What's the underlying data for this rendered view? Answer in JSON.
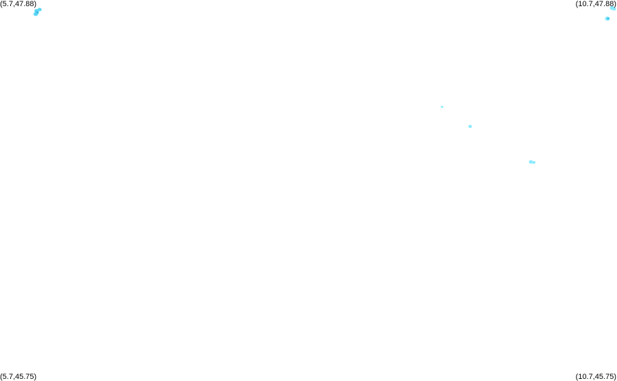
{
  "map": {
    "corners": {
      "top_left": "(5.7,47.88)",
      "top_right": "(10.7,47.88)",
      "bottom_left": "(5.7,45.75)",
      "bottom_right": "(10.7,45.75)"
    },
    "extent": {
      "lon_min": 5.7,
      "lon_max": 10.7,
      "lat_min": 45.75,
      "lat_max": 47.88
    },
    "colors": {
      "background": "#ffffff",
      "feature_primary": "#5fd7f5",
      "feature_light": "#8deaff",
      "feature_dark": "#3fc4e8"
    },
    "features": [
      {
        "name": "feature-cluster-1a",
        "lon": 5.996,
        "lat": 47.819,
        "r": 3.2,
        "tone": "primary"
      },
      {
        "name": "feature-cluster-1b",
        "lon": 6.021,
        "lat": 47.826,
        "r": 3.0,
        "tone": "primary"
      },
      {
        "name": "feature-cluster-1c",
        "lon": 5.99,
        "lat": 47.801,
        "r": 3.4,
        "tone": "primary"
      },
      {
        "name": "feature-cluster-1d",
        "lon": 6.003,
        "lat": 47.81,
        "r": 2.2,
        "tone": "dark"
      },
      {
        "name": "feature-point-2",
        "lon": 9.282,
        "lat": 47.278,
        "r": 1.8,
        "tone": "light"
      },
      {
        "name": "feature-point-3",
        "lon": 9.51,
        "lat": 47.168,
        "r": 2.6,
        "tone": "light"
      },
      {
        "name": "feature-point-4a",
        "lon": 10.002,
        "lat": 46.968,
        "r": 3.0,
        "tone": "light"
      },
      {
        "name": "feature-point-4b",
        "lon": 10.026,
        "lat": 46.965,
        "r": 2.4,
        "tone": "light"
      },
      {
        "name": "feature-cluster-5a",
        "lon": 10.661,
        "lat": 47.835,
        "r": 3.4,
        "tone": "light"
      },
      {
        "name": "feature-cluster-5b",
        "lon": 10.678,
        "lat": 47.829,
        "r": 2.6,
        "tone": "light"
      },
      {
        "name": "feature-cluster-6a",
        "lon": 10.622,
        "lat": 47.775,
        "r": 3.6,
        "tone": "light"
      },
      {
        "name": "feature-cluster-6b",
        "lon": 10.628,
        "lat": 47.776,
        "r": 1.8,
        "tone": "dark"
      }
    ]
  }
}
